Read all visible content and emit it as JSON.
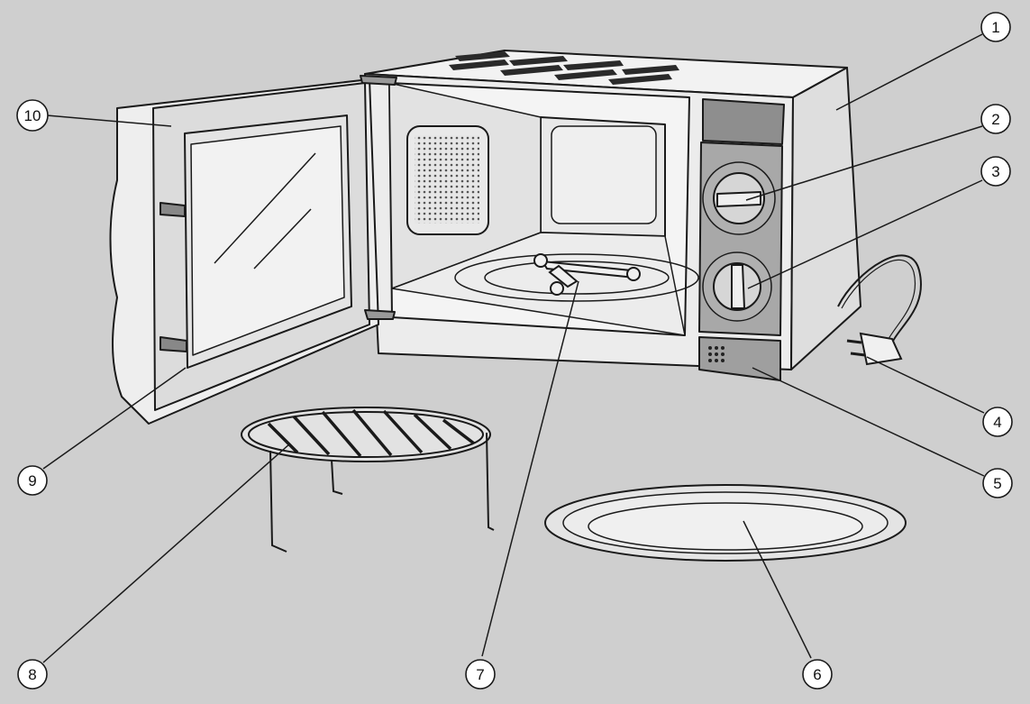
{
  "colors": {
    "background": "#cfcfcf",
    "body": "#eeeeee",
    "shade": "#dcdcdc",
    "panel": "#a9a9a9",
    "line": "#1a1a1a"
  },
  "callouts": [
    {
      "id": "1",
      "label": "1"
    },
    {
      "id": "2",
      "label": "2"
    },
    {
      "id": "3",
      "label": "3"
    },
    {
      "id": "4",
      "label": "4"
    },
    {
      "id": "5",
      "label": "5"
    },
    {
      "id": "6",
      "label": "6"
    },
    {
      "id": "7",
      "label": "7"
    },
    {
      "id": "8",
      "label": "8"
    },
    {
      "id": "9",
      "label": "9"
    },
    {
      "id": "10",
      "label": "10"
    }
  ]
}
